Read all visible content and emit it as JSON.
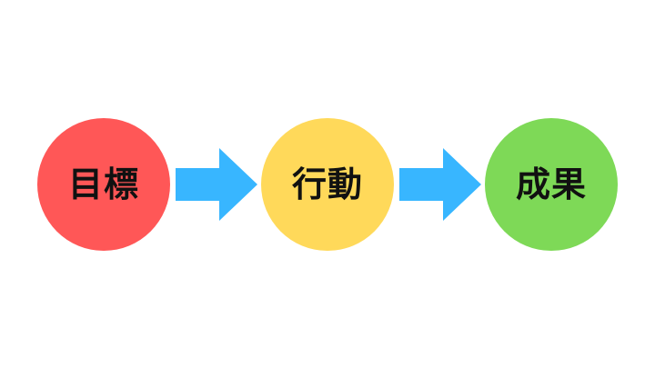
{
  "colors": {
    "step_1": "#FF5757",
    "step_2": "#FFD95A",
    "step_3": "#7ED957",
    "arrow": "#38B6FF"
  },
  "steps": [
    {
      "label": "目標"
    },
    {
      "label": "行動"
    },
    {
      "label": "成果"
    }
  ]
}
